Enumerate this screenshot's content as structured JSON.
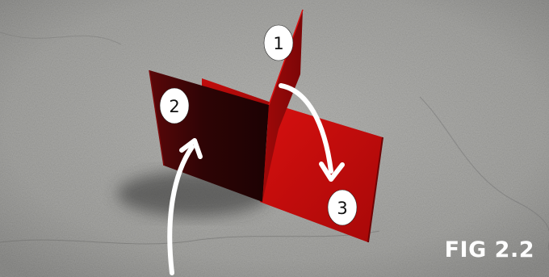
{
  "figure": {
    "caption": "FIG 2.2",
    "markers": [
      {
        "label": "1"
      },
      {
        "label": "2"
      },
      {
        "label": "3"
      }
    ]
  },
  "colors": {
    "concrete": "#9a9a98",
    "plate_red": "#c20a0a",
    "plate_dark": "#3a0506",
    "arrow": "#ffffff",
    "marker_fill": "#ffffff",
    "caption": "#ffffff"
  }
}
